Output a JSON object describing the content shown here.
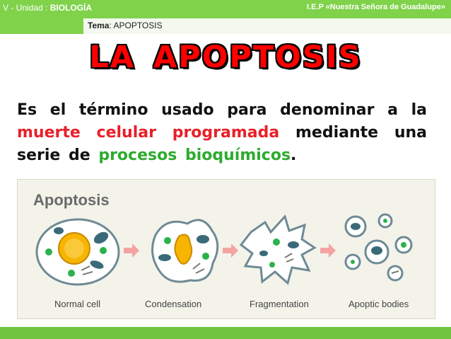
{
  "header": {
    "unit_prefix": "V - Unidad : ",
    "unit_name": "BIOLOGÍA",
    "school": "I.E.P «Nuestra Señora de Guadalupe»",
    "tema_label": "Tema",
    "tema_value": ": APOPTOSIS"
  },
  "title": {
    "word1": "LA",
    "word2": "APOPTOSIS"
  },
  "paragraph": {
    "part1": "Es el término usado para denominar a la ",
    "highlight1": "muerte celular programada",
    "part2": " mediante una serie de ",
    "highlight2": "procesos bioquímicos",
    "part3": "."
  },
  "figure": {
    "heading": "Apoptosis",
    "stages": [
      "Normal cell",
      "Condensation",
      "Fragmentation",
      "Apoptic bodies"
    ]
  },
  "colors": {
    "top_bar": "#7fd24a",
    "title_red": "#ff0000",
    "highlight_red": "#e8202a",
    "highlight_green": "#2eab2e",
    "arrow": "#f4a3a3"
  }
}
